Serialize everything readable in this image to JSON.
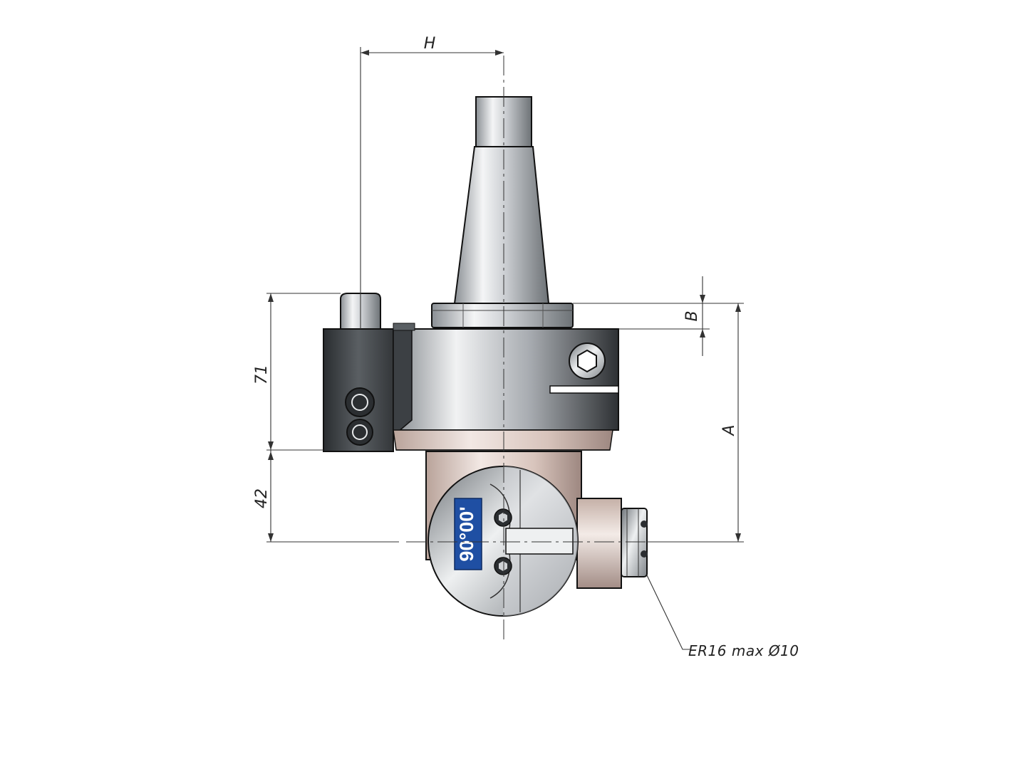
{
  "dimensions": {
    "h_label": "H",
    "b_label": "B",
    "a_label": "A",
    "height_upper": "71",
    "height_lower": "42"
  },
  "collet_note": "ER16  max  Ø10",
  "angle_badge": "90°00'",
  "colors": {
    "body_dark": "#45494d",
    "steel_light": "#e6e8ea",
    "housing_pink": "#d9c8c0",
    "badge_blue": "#1f4fa3"
  }
}
